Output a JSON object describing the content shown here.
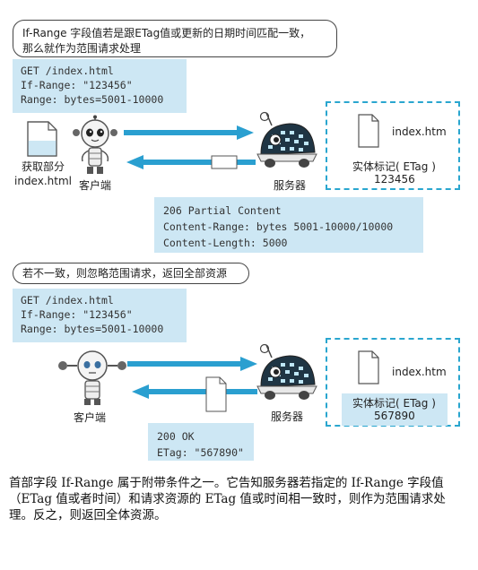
{
  "top": {
    "bubble_lines": [
      "If-Range 字段值若是跟ETag值或更新的日期时间匹配一致，",
      "那么就作为范围请求处理"
    ],
    "request_lines": [
      "GET /index.html",
      "If-Range: \"123456\"",
      "Range: bytes=5001-10000"
    ],
    "client_label_lines": [
      "获取部分",
      "index.html"
    ],
    "client_label": "客户端",
    "server_label": "服务器",
    "file_name": "index.htm",
    "etag_label": "实体标记( ETag )",
    "etag_value": "123456",
    "response_lines": [
      "206 Partial Content",
      "Content-Range: bytes 5001-10000/10000",
      "Content-Length: 5000"
    ]
  },
  "bottom": {
    "bubble_text": "若不一致，则忽略范围请求，返回全部资源",
    "request_lines": [
      "GET /index.html",
      "If-Range: \"123456\"",
      "Range: bytes=5001-10000"
    ],
    "client_label": "客户端",
    "server_label": "服务器",
    "file_name": "index.htm",
    "etag_label": "实体标记( ETag )",
    "etag_value": "567890",
    "response_lines": [
      "200 OK",
      "ETag: \"567890\""
    ]
  },
  "caption": "首部字段 If-Range 属于附带条件之一。它告知服务器若指定的 If-Range 字段值（ETag 值或者时间）和请求资源的 ETag 值或时间相一致时，则作为范围请求处理。反之，则返回全体资源。",
  "colors": {
    "arrow": "#2a9fd0",
    "panel": "#cde7f4",
    "dashed_border": "#2aa6cf"
  },
  "icons": [
    "robot-client-icon",
    "robot-server-icon",
    "document-icon"
  ]
}
